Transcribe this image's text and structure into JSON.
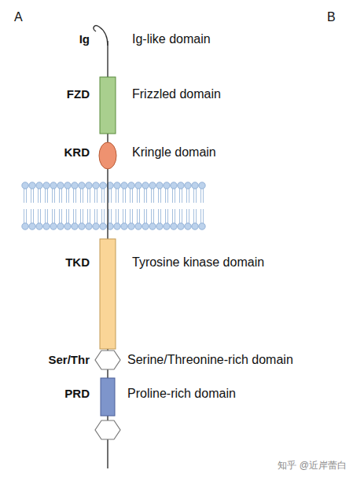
{
  "diagram": {
    "labels": [
      "A",
      "B",
      "Ig",
      "Ig-like domain",
      "FZD",
      "Frizzled domain",
      "KRD",
      "Kringle domain",
      "TKD",
      "Tyrosine kinase domain",
      "Ser/Thr",
      "Serine/Threonine-rich domain",
      "PRD",
      "Proline-rich domain",
      "知乎 @近岸蕾白"
    ]
  }
}
